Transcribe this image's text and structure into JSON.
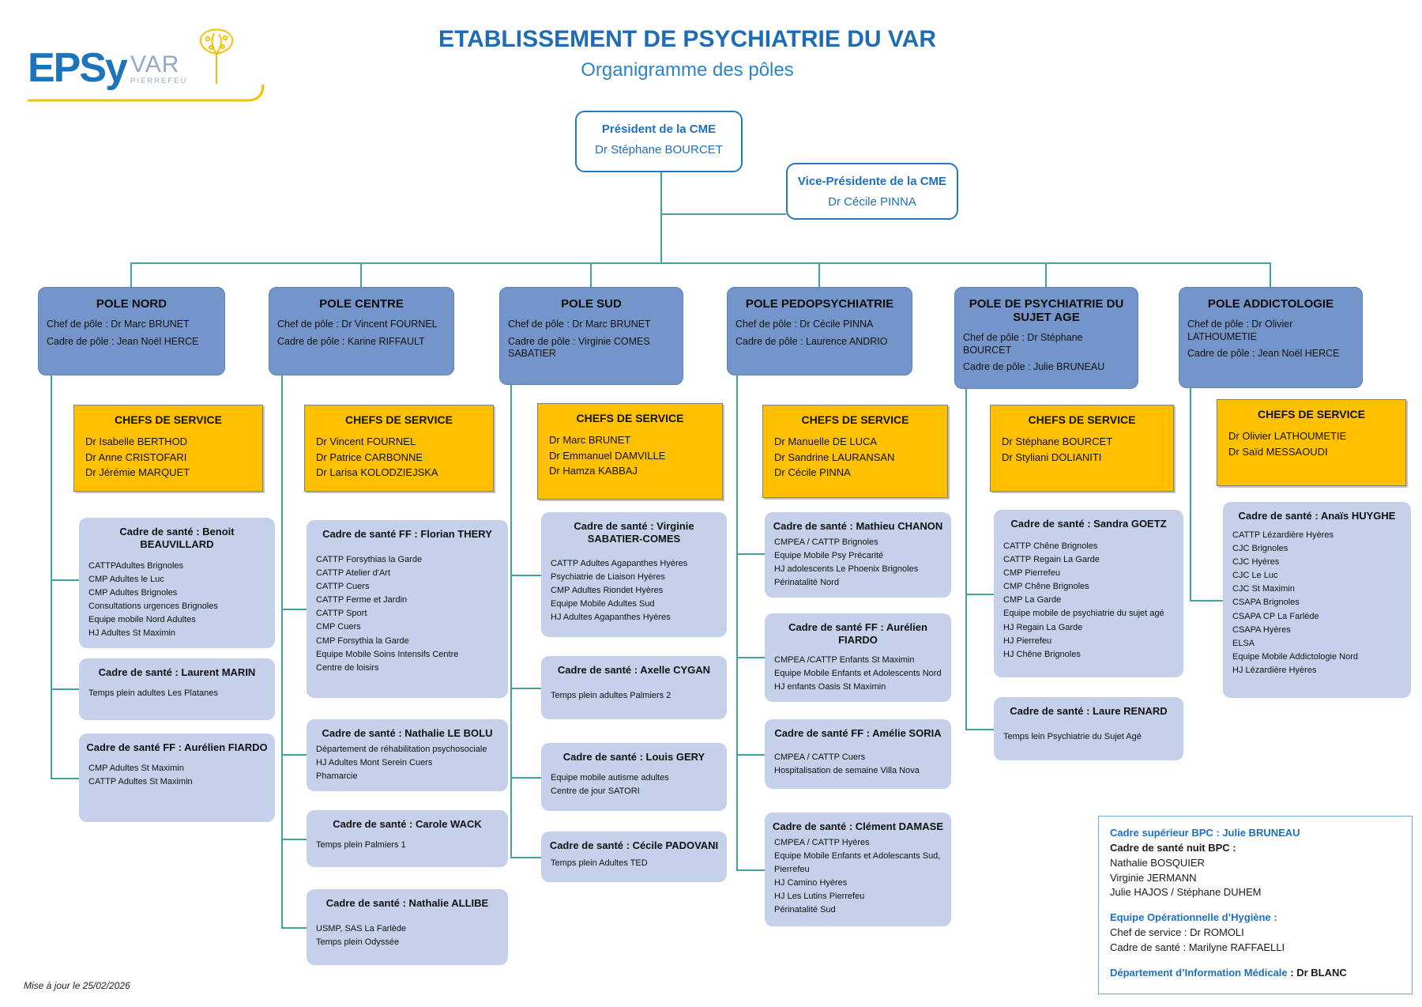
{
  "header": {
    "logo": {
      "brand": "EPSy",
      "region": "VAR",
      "site": "PIERREFEU"
    },
    "title": "ETABLISSEMENT DE PSYCHIATRIE DU VAR",
    "subtitle": "Organigramme des pôles"
  },
  "direction": {
    "president": {
      "title": "Président de la CME",
      "name": "Dr Stéphane BOURCET"
    },
    "vice_president": {
      "title": "Vice-Présidente de la CME",
      "name": "Dr Cécile PINNA"
    }
  },
  "labels": {
    "chefs_de_service": "CHEFS DE SERVICE"
  },
  "poles": [
    {
      "name": "POLE NORD",
      "lines": [
        "Chef de pôle : Dr Marc BRUNET",
        "Cadre de pôle : Jean Noël HERCE"
      ],
      "chefs": [
        "Dr Isabelle BERTHOD",
        "Dr Anne CRISTOFARI",
        "Dr Jérémie MARQUET"
      ],
      "cadres": [
        {
          "title": "Cadre de santé : Benoit BEAUVILLARD",
          "items": [
            "CATTPAdultes Brignoles",
            "CMP Adultes le Luc",
            "CMP Adultes Brignoles",
            "Consultations urgences Brignoles",
            "Equipe mobile Nord Adultes",
            "HJ Adultes St Maximin"
          ]
        },
        {
          "title": "Cadre de santé : Laurent MARIN",
          "items": [
            "Temps plein adultes Les Platanes"
          ]
        },
        {
          "title": "Cadre de santé FF : Aurélien FIARDO",
          "items": [
            "CMP Adultes St Maximin",
            "CATTP Adultes St Maximin"
          ]
        }
      ]
    },
    {
      "name": "POLE CENTRE",
      "lines": [
        "Chef de pôle : Dr Vincent FOURNEL",
        "Cadre de pôle : Karine RIFFAULT"
      ],
      "chefs": [
        "Dr Vincent FOURNEL",
        "Dr Patrice CARBONNE",
        "Dr Larisa KOLODZIEJSKA"
      ],
      "cadres": [
        {
          "title": "Cadre de santé FF : Florian THERY",
          "items": [
            "CATTP Forsythias la Garde",
            "CATTP Atelier d'Art",
            "CATTP Cuers",
            "CATTP Ferme et Jardin",
            "CATTP Sport",
            "CMP Cuers",
            "CMP Forsythia la Garde",
            "Equipe Mobile Soins Intensifs Centre",
            "Centre de loisirs"
          ]
        },
        {
          "title": "Cadre de santé : Nathalie LE BOLU",
          "items": [
            "Département de réhabilitation psychosociale",
            "HJ Adultes Mont Serein Cuers",
            "Phamarcie"
          ]
        },
        {
          "title": "Cadre de santé : Carole WACK",
          "items": [
            "Temps plein Palmiers 1"
          ]
        },
        {
          "title": "Cadre de santé : Nathalie ALLIBE",
          "items": [
            "USMP, SAS La Farlède",
            "Temps plein Odyssée"
          ]
        }
      ]
    },
    {
      "name": "POLE SUD",
      "lines": [
        "Chef de pôle : Dr Marc BRUNET",
        "Cadre de pôle : Virginie COMES SABATIER"
      ],
      "chefs": [
        "Dr Marc BRUNET",
        "Dr Emmanuel DAMVILLE",
        "Dr Hamza KABBAJ"
      ],
      "cadres": [
        {
          "title": "Cadre de santé : Virginie SABATIER-COMES",
          "items": [
            "CATTP Adultes Agapanthes Hyères",
            "Psychiatrie de Liaison Hyères",
            "CMP Adultes Riondet Hyères",
            "Equipe Mobile Adultes Sud",
            "HJ Adultes Agapanthes Hyères"
          ]
        },
        {
          "title": "Cadre de santé : Axelle CYGAN",
          "items": [
            "Temps plein adultes Palmiers 2"
          ]
        },
        {
          "title": "Cadre de santé : Louis GERY",
          "items": [
            "Equipe mobile autisme adultes",
            "Centre de jour SATORI"
          ]
        },
        {
          "title": "Cadre de santé : Cécile PADOVANI",
          "items": [
            "Temps plein Adultes TED"
          ]
        }
      ]
    },
    {
      "name": "POLE PEDOPSYCHIATRIE",
      "lines": [
        "Chef de pôle : Dr Cécile PINNA",
        "Cadre de pôle : Laurence ANDRIO"
      ],
      "chefs": [
        "Dr Manuelle DE LUCA",
        "Dr Sandrine LAURANSAN",
        "Dr Cécile PINNA"
      ],
      "cadres": [
        {
          "title": "Cadre de santé : Mathieu CHANON",
          "items": [
            "CMPEA / CATTP Brignoles",
            "Equipe Mobile Psy Précarité",
            "HJ adolescents Le Phoenix Brignoles",
            "Périnatalité Nord"
          ]
        },
        {
          "title": "Cadre de santé FF : Aurélien FIARDO",
          "items": [
            "CMPEA /CATTP Enfants St Maximin",
            "Equipe Mobile Enfants et Adolescents Nord",
            "HJ enfants Oasis St Maximin"
          ]
        },
        {
          "title": "Cadre de santé FF : Amélie SORIA",
          "items": [
            "CMPEA / CATTP Cuers",
            "Hospitalisation de semaine Villa Nova"
          ]
        },
        {
          "title": "Cadre de santé : Clément DAMASE",
          "items": [
            "CMPEA / CATTP Hyères",
            "Equipe Mobile Enfants et Adolescants Sud, Pierrefeu",
            "HJ Camino Hyères",
            "HJ Les Lutins Pierrefeu",
            "Périnatalité Sud"
          ]
        }
      ]
    },
    {
      "name": "POLE DE PSYCHIATRIE DU SUJET AGE",
      "lines": [
        "Chef de pôle : Dr Stéphane BOURCET",
        "Cadre de pôle : Julie BRUNEAU"
      ],
      "chefs": [
        "Dr Stéphane BOURCET",
        "Dr Styliani DOLIANITI"
      ],
      "cadres": [
        {
          "title": "Cadre de santé : Sandra GOETZ",
          "items": [
            "CATTP Chêne Brignoles",
            "CATTP Regain La Garde",
            "CMP Pierrefeu",
            "CMP Chêne Brignoles",
            "CMP La Garde",
            "Equipe mobile de psychiatrie du sujet agé",
            "HJ Regain La Garde",
            "HJ Pierrefeu",
            "HJ Chêne Brignoles"
          ]
        },
        {
          "title": "Cadre de santé : Laure RENARD",
          "items": [
            "Temps lein Psychiatrie du Sujet Agé"
          ]
        }
      ]
    },
    {
      "name": "POLE ADDICTOLOGIE",
      "lines": [
        "Chef de pôle : Dr Olivier LATHOUMETIE",
        "Cadre de pôle : Jean Noël HERCE"
      ],
      "chefs": [
        "Dr Olivier LATHOUMETIE",
        "Dr Saïd MESSAOUDI"
      ],
      "cadres": [
        {
          "title": "Cadre de santé : Anaïs HUYGHE",
          "items": [
            "CATTP Lézardière Hyères",
            "CJC Brignoles",
            "CJC Hyères",
            "CJC Le Luc",
            "CJC St Maximin",
            "CSAPA Brignoles",
            "CSAPA CP La Farlède",
            "CSAPA Hyères",
            "ELSA",
            "Equipe Mobile Addictologie Nord",
            "HJ Lézardière Hyères"
          ]
        }
      ]
    }
  ],
  "info_box": {
    "lines": [
      {
        "style": "blue-bold",
        "text": "Cadre supérieur BPC : Julie BRUNEAU"
      },
      {
        "style": "bold",
        "text": "Cadre de santé nuit BPC :"
      },
      {
        "style": "normal",
        "text": "Nathalie BOSQUIER"
      },
      {
        "style": "normal",
        "text": "Virginie JERMANN"
      },
      {
        "style": "normal",
        "text": "Julie HAJOS / Stéphane DUHEM"
      },
      {
        "style": "spacer",
        "text": ""
      },
      {
        "style": "blue-bold",
        "text": "Equipe Opérationnelle d’Hygiène :"
      },
      {
        "style": "normal",
        "text": "Chef de service : Dr ROMOLI"
      },
      {
        "style": "normal",
        "text": "Cadre de santé : Marilyne RAFFAELLI"
      },
      {
        "style": "spacer",
        "text": ""
      },
      {
        "style": "mixed",
        "label": "Département d’Information Médicale",
        "value": " : Dr BLANC"
      }
    ]
  },
  "footer_note": "Mise à jour le 25/02/2026",
  "colors": {
    "accent_blue": "#1E6CB5",
    "pole_box": "#7495C9",
    "chefs_box": "#FFC000",
    "cadre_box": "#C5D0EA",
    "connector": "#43A29D"
  }
}
